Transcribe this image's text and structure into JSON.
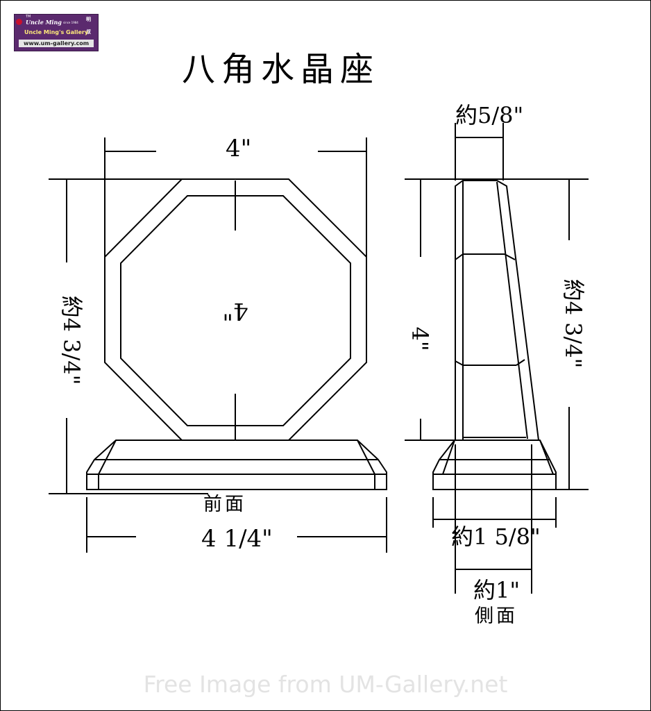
{
  "logo": {
    "tm": "TM",
    "brand": "Uncle Ming",
    "since": "since 1984",
    "gallery": "Uncle Ming's Gallery",
    "url": "www.um-gallery.com",
    "seal_chars": [
      "明",
      "叔"
    ]
  },
  "title": "八角水晶座",
  "front": {
    "caption": "前面",
    "width_dim": "4\"",
    "height_dim": "約4 3/4\"",
    "inner_dim": "4\"",
    "base_dim": "4 1/4\""
  },
  "side": {
    "caption": "側面",
    "top_dim": "約5/8\"",
    "height_dim_left": "4\"",
    "height_dim_right": "約4 3/4\"",
    "base_width_dim": "約1 5/8\"",
    "base_inner_dim": "約1\""
  },
  "watermark": "Free Image from UM-Gallery.net",
  "colors": {
    "line": "#000000",
    "logo_bg": "#5b2a6e",
    "watermark": "#e3e3e3"
  }
}
